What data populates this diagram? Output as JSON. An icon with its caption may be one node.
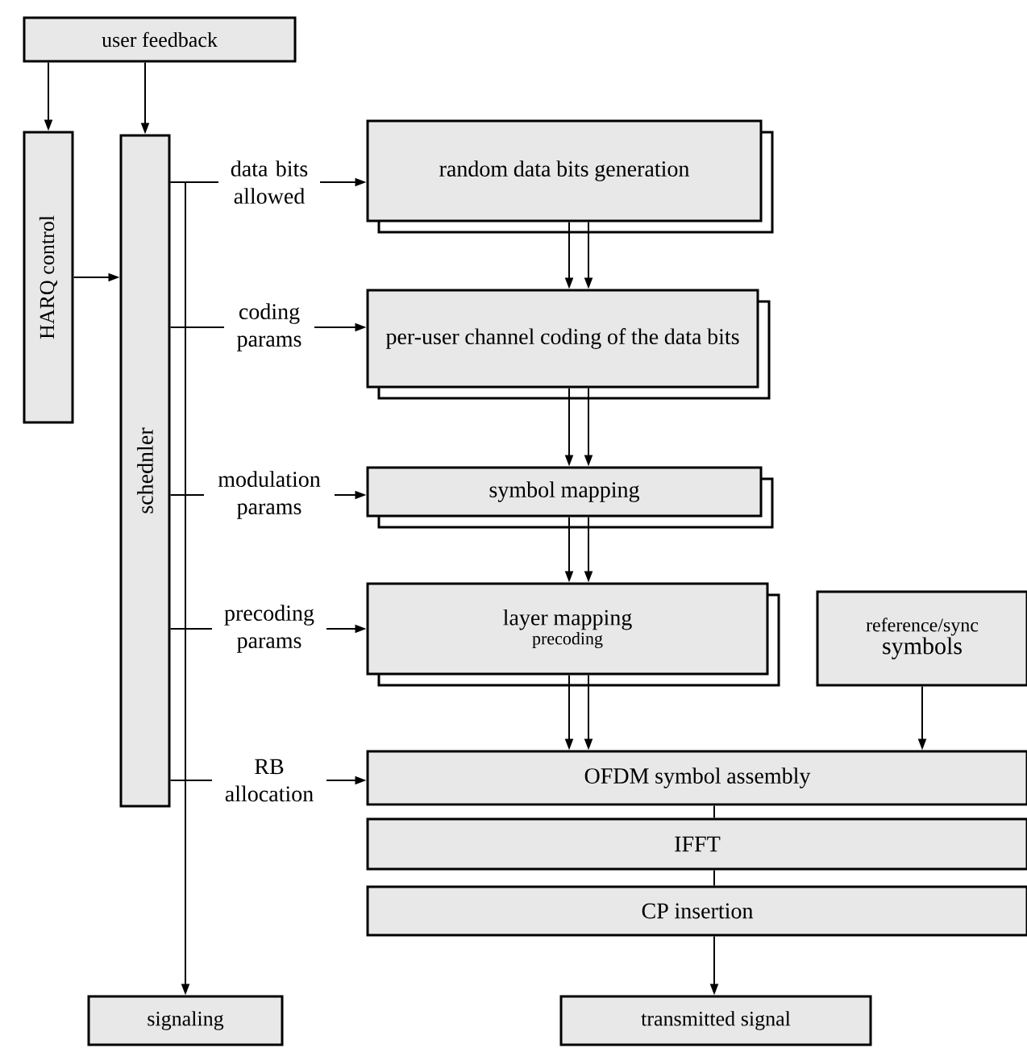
{
  "diagram": {
    "nodes": [
      {
        "text": [
          "user feedback"
        ]
      },
      {
        "text": [
          "HARQ control"
        ]
      },
      {
        "text": [
          "schednler"
        ]
      },
      {
        "text": [
          "random data bits generation"
        ]
      },
      {
        "text": [
          "per-user channel coding of the data bits"
        ]
      },
      {
        "text": [
          "symbol mapping"
        ]
      },
      {
        "text": [
          "layer mapping",
          "precoding"
        ]
      },
      {
        "text": [
          "reference/sync",
          "symbols"
        ]
      },
      {
        "text": [
          "OFDM symbol assembly"
        ]
      },
      {
        "text": [
          "IFFT"
        ]
      },
      {
        "text": [
          "CP insertion"
        ]
      },
      {
        "text": [
          "signaling"
        ]
      },
      {
        "text": [
          "transmitted signal"
        ]
      }
    ],
    "edges": [
      {
        "from": 0,
        "to": 1,
        "arrow": "to"
      },
      {
        "from": 0,
        "to": 2,
        "arrow": "to"
      },
      {
        "from": 1,
        "to": 2,
        "arrow": "to"
      },
      {
        "from": 2,
        "to": 3,
        "arrow": "to",
        "label": "data bits allowed"
      },
      {
        "from": 2,
        "to": 4,
        "arrow": "to",
        "label": "coding params"
      },
      {
        "from": 2,
        "to": 5,
        "arrow": "to",
        "label": "modulation params"
      },
      {
        "from": 2,
        "to": 6,
        "arrow": "to",
        "label": "precoding params"
      },
      {
        "from": 2,
        "to": 8,
        "arrow": "to",
        "label": "RB allocation"
      },
      {
        "from": 2,
        "to": 11,
        "arrow": "to"
      },
      {
        "from": 3,
        "to": 4,
        "arrow": "to"
      },
      {
        "from": 3,
        "to": 4,
        "arrow": "to"
      },
      {
        "from": 4,
        "to": 5,
        "arrow": "to"
      },
      {
        "from": 4,
        "to": 5,
        "arrow": "to"
      },
      {
        "from": 5,
        "to": 6,
        "arrow": "to"
      },
      {
        "from": 5,
        "to": 6,
        "arrow": "to"
      },
      {
        "from": 6,
        "to": 8,
        "arrow": "to"
      },
      {
        "from": 6,
        "to": 8,
        "arrow": "to"
      },
      {
        "from": 7,
        "to": 8,
        "arrow": "to"
      },
      {
        "from": 8,
        "to": 9,
        "arrow": "none"
      },
      {
        "from": 9,
        "to": 10,
        "arrow": "none"
      },
      {
        "from": 10,
        "to": 12,
        "arrow": "to"
      }
    ]
  }
}
